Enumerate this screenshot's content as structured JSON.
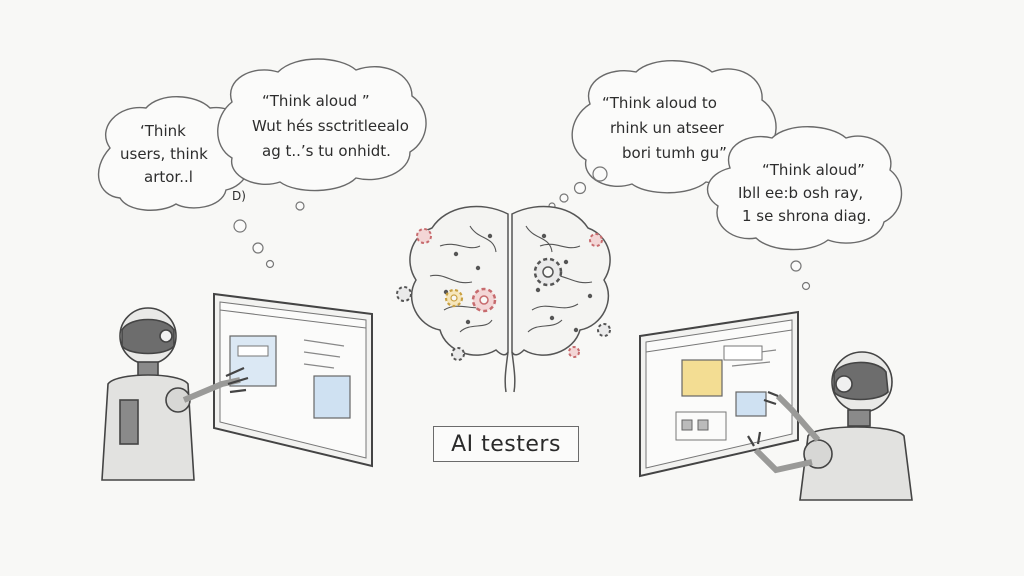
{
  "bubbles": {
    "left_small": {
      "line1": "‘Think",
      "line2": "users, think",
      "line3": "artor..l",
      "tail": "D)"
    },
    "left_large": {
      "line1": "“Think aloud ”",
      "line2": "Wut hés ssctritleealo",
      "line3": "ag t..’s tu onhidt."
    },
    "right_large": {
      "line1": "“Think aloud to",
      "line2": "rhink un atseer",
      "line3": "bori tumh gu”"
    },
    "right_small": {
      "line1": "“Think aloud”",
      "line2": "Ibll ee:b osh ray,",
      "line3": "1 se shrona diag."
    }
  },
  "label": "AI testers",
  "colors": {
    "line": "#555555",
    "gear_red": "#d9777a",
    "gear_yellow": "#e8c26a",
    "panel_yellow": "#f3dd93",
    "panel_blue": "#cfe1f2"
  }
}
